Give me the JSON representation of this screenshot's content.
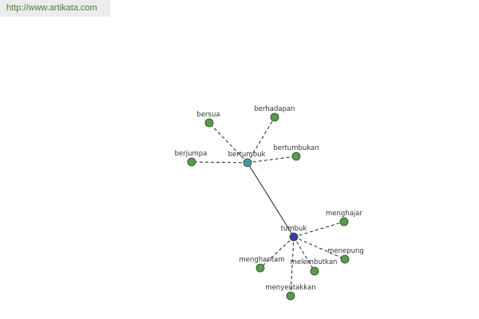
{
  "header": {
    "url_text": "http://www.artikata.com"
  },
  "colors": {
    "leaf_node": "#5a9a4a",
    "hub_node_bertumbuk": "#4a9a9a",
    "hub_node_tumbuk": "#3a3aa0",
    "node_outline": "#2a4a2a",
    "edge": "#222222",
    "link_text": "#4a7a3a"
  },
  "graph": {
    "nodes": [
      {
        "id": "bertumbuk",
        "label": "bertumbuk",
        "role": "hub"
      },
      {
        "id": "tumbuk",
        "label": "tumbuk",
        "role": "hub"
      },
      {
        "id": "bersua",
        "label": "bersua",
        "role": "leaf"
      },
      {
        "id": "berhadapan",
        "label": "berhadapan",
        "role": "leaf"
      },
      {
        "id": "berjumpa",
        "label": "berjumpa",
        "role": "leaf"
      },
      {
        "id": "bertumbukan",
        "label": "bertumbukan",
        "role": "leaf"
      },
      {
        "id": "menghajar",
        "label": "menghajar",
        "role": "leaf"
      },
      {
        "id": "menepung",
        "label": "menepung",
        "role": "leaf"
      },
      {
        "id": "menghantam",
        "label": "menghantam",
        "role": "leaf"
      },
      {
        "id": "melembutkan",
        "label": "melembutkan",
        "role": "leaf"
      },
      {
        "id": "menyentakkan",
        "label": "menyentakkan",
        "role": "leaf"
      }
    ],
    "edges": [
      {
        "from": "bertumbuk",
        "to": "tumbuk",
        "style": "solid"
      },
      {
        "from": "bertumbuk",
        "to": "bersua",
        "style": "dashed"
      },
      {
        "from": "bertumbuk",
        "to": "berhadapan",
        "style": "dashed"
      },
      {
        "from": "bertumbuk",
        "to": "berjumpa",
        "style": "dashed"
      },
      {
        "from": "bertumbuk",
        "to": "bertumbukan",
        "style": "dashed"
      },
      {
        "from": "tumbuk",
        "to": "menghajar",
        "style": "dashed"
      },
      {
        "from": "tumbuk",
        "to": "menepung",
        "style": "dashed"
      },
      {
        "from": "tumbuk",
        "to": "menghantam",
        "style": "dashed"
      },
      {
        "from": "tumbuk",
        "to": "melembutkan",
        "style": "dashed"
      },
      {
        "from": "tumbuk",
        "to": "menyentakkan",
        "style": "dashed"
      }
    ]
  }
}
